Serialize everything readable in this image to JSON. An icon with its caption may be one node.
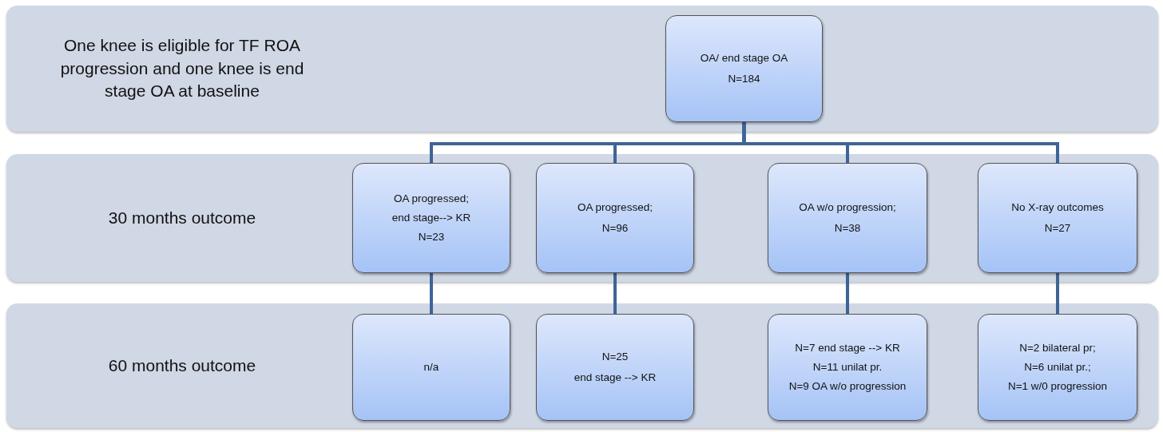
{
  "diagram": {
    "nodes": [
      {
        "text": [
          "One knee is eligible for TF ROA progression and one knee is end stage OA at baseline"
        ]
      },
      {
        "text": [
          "OA/ end stage OA",
          "N=184"
        ],
        "in": 0
      },
      {
        "text": [
          "30 months outcome"
        ]
      },
      {
        "text": [
          "OA progressed;",
          "end stage--> KR",
          "N=23"
        ],
        "in": 2
      },
      {
        "text": [
          "OA progressed;",
          "N=96"
        ],
        "in": 2
      },
      {
        "text": [
          "OA w/o progression;",
          "N=38"
        ],
        "in": 2
      },
      {
        "text": [
          "No X-ray outcomes",
          "N=27"
        ],
        "in": 2
      },
      {
        "text": [
          "60 months outcome"
        ]
      },
      {
        "text": [
          "n/a"
        ],
        "in": 7
      },
      {
        "text": [
          "N=25",
          "end stage --> KR"
        ],
        "in": 7
      },
      {
        "text": [
          "N=7 end stage --> KR",
          "N=11 unilat pr.",
          "N=9 OA w/o progression"
        ],
        "in": 7
      },
      {
        "text": [
          "N=2 bilateral pr;",
          "N=6 unilat pr.;",
          "N=1 w/0 progression"
        ],
        "in": 7
      }
    ],
    "edges": [
      {
        "from": 1,
        "to": 3,
        "arrow": "none"
      },
      {
        "from": 1,
        "to": 4,
        "arrow": "none"
      },
      {
        "from": 1,
        "to": 5,
        "arrow": "none"
      },
      {
        "from": 1,
        "to": 6,
        "arrow": "none"
      },
      {
        "from": 3,
        "to": 8,
        "arrow": "none"
      },
      {
        "from": 4,
        "to": 9,
        "arrow": "none"
      },
      {
        "from": 5,
        "to": 10,
        "arrow": "none"
      },
      {
        "from": 6,
        "to": 11,
        "arrow": "none"
      }
    ]
  }
}
